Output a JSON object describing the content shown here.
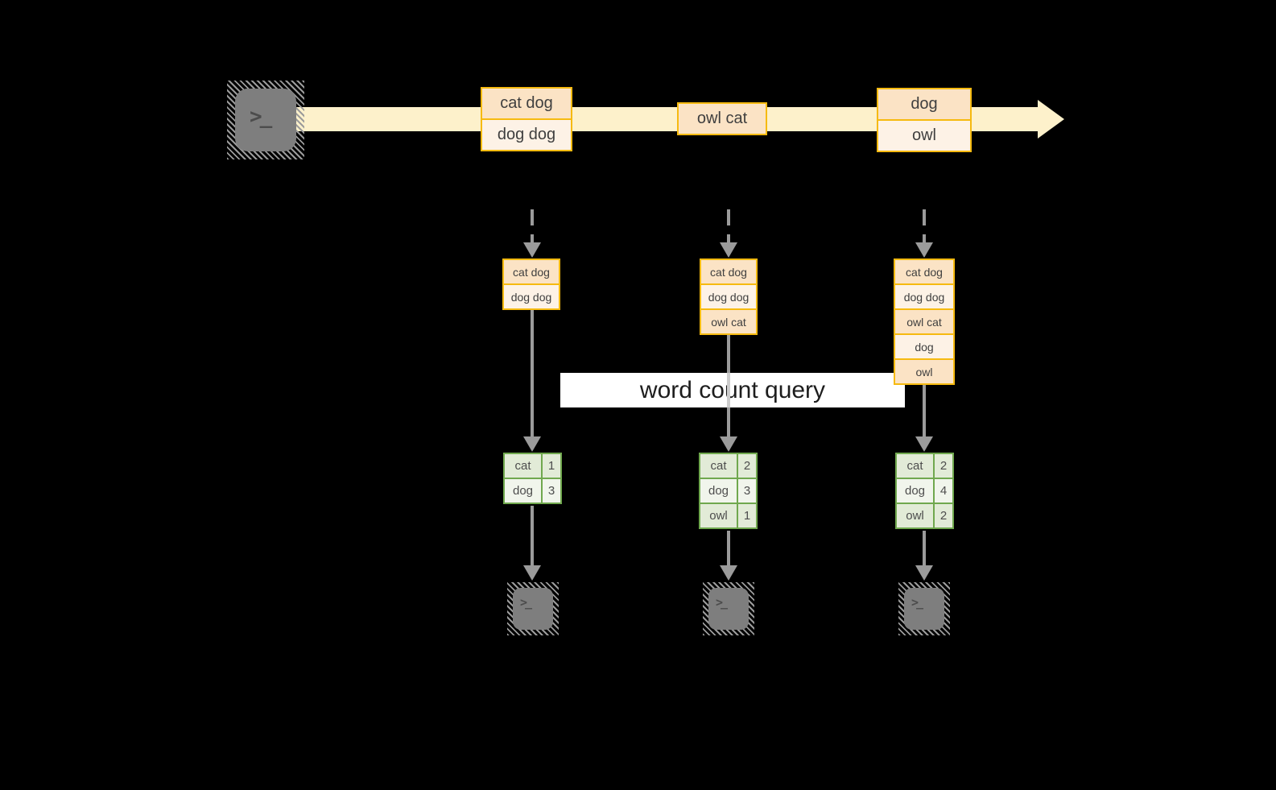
{
  "query_label": "word count query",
  "stream": {
    "batches": [
      {
        "items": [
          "cat dog",
          "dog dog"
        ]
      },
      {
        "items": [
          "owl cat"
        ]
      },
      {
        "items": [
          "dog",
          "owl"
        ]
      }
    ]
  },
  "columns": [
    {
      "state": [
        "cat dog",
        "dog dog"
      ],
      "counts": [
        {
          "word": "cat",
          "count": 1
        },
        {
          "word": "dog",
          "count": 3
        }
      ]
    },
    {
      "state": [
        "cat dog",
        "dog dog",
        "owl cat"
      ],
      "counts": [
        {
          "word": "cat",
          "count": 2
        },
        {
          "word": "dog",
          "count": 3
        },
        {
          "word": "owl",
          "count": 1
        }
      ]
    },
    {
      "state": [
        "cat dog",
        "dog dog",
        "owl cat",
        "dog",
        "owl"
      ],
      "counts": [
        {
          "word": "cat",
          "count": 2
        },
        {
          "word": "dog",
          "count": 4
        },
        {
          "word": "owl",
          "count": 2
        }
      ]
    }
  ],
  "icons": {
    "terminal_glyph": ">_"
  },
  "colors": {
    "background": "#000000",
    "timeline_band": "#fdf1cb",
    "box_border": "#f6ba10",
    "box_fill_peach": "#fbe3c5",
    "box_fill_cream": "#fdf2e6",
    "table_border": "#70a84e",
    "table_fill_dark": "#e2ebd7",
    "table_fill_light": "#f1f5ec",
    "connector_gray": "#9b9b9b",
    "icon_gray": "#7e7e7e",
    "query_banner_bg": "#ffffff",
    "text": "#3f3f3f"
  }
}
